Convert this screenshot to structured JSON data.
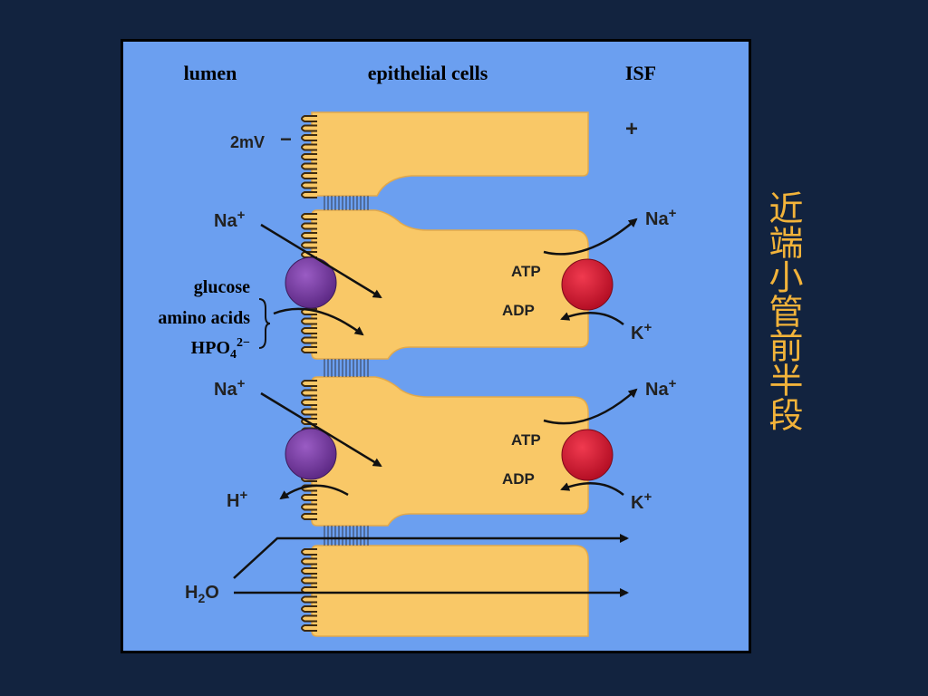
{
  "labels": {
    "lumen": "lumen",
    "epithelial_cells": "epithelial cells",
    "isf": "ISF",
    "voltage": "2mV",
    "minus": "−",
    "plus": "+",
    "na_plus": "Na",
    "k_plus": "K",
    "h_plus": "H",
    "charge_sign": "+",
    "atp": "ATP",
    "adp": "ADP",
    "h2o_h": "H",
    "h2o_2": "2",
    "h2o_o": "O",
    "glucose": "glucose",
    "amino_acids": "amino acids",
    "hpo4": "HPO",
    "hpo4_sub": "4",
    "hpo4_sup": "2−"
  },
  "side_title": "近端小管前半段",
  "colors": {
    "page_bg": "#12233f",
    "panel_bg": "#6b9ff0",
    "cell_fill": "#f9c867",
    "symporter": "#7a3aa0",
    "pump": "#d8152e",
    "title_gold": "#f2b33a"
  }
}
